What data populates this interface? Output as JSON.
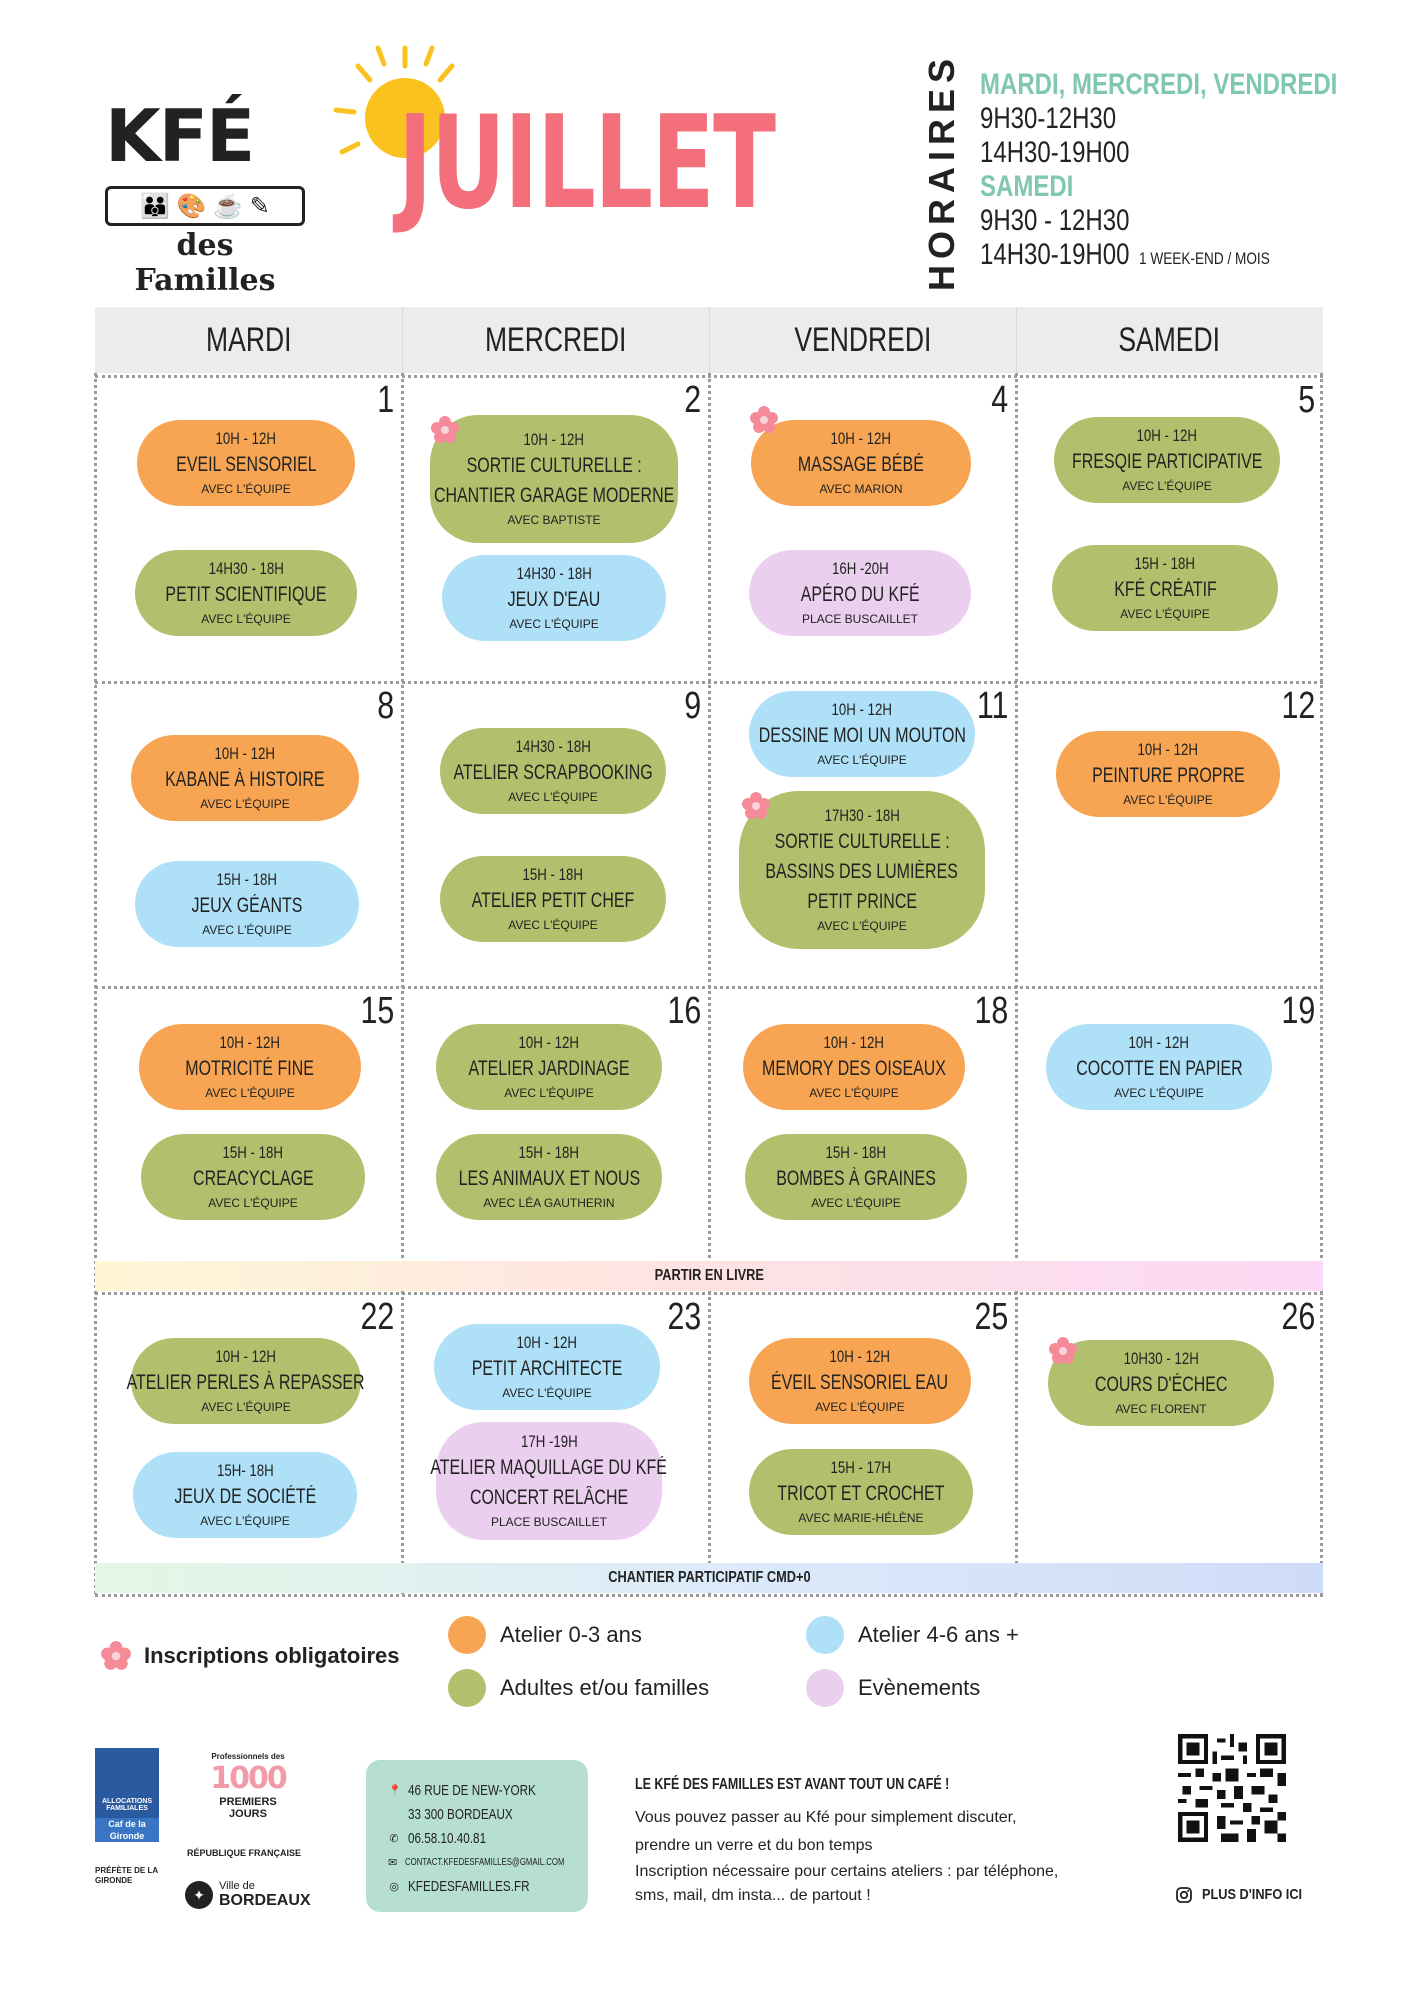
{
  "logo": {
    "main": "KFÉ",
    "sub": "des Familles",
    "icons": "👪 🎨 ☕ ✎"
  },
  "month": "JUILLET",
  "horaires": {
    "label": "HORAIRES",
    "days1": "MARDI, MERCREDI, VENDREDI",
    "h1": "9H30-12H30",
    "h2": "14H30-19H00",
    "days2": "SAMEDI",
    "h3": "9H30 - 12H30",
    "h4": "14H30-19H00",
    "note": "1 WEEK-END / MOIS"
  },
  "headers": [
    "MARDI",
    "MERCREDI",
    "VENDREDI",
    "SAMEDI"
  ],
  "days": {
    "d1": "1",
    "d2": "2",
    "d4": "4",
    "d5": "5",
    "d8": "8",
    "d9": "9",
    "d11": "11",
    "d12": "12",
    "d15": "15",
    "d16": "16",
    "d18": "18",
    "d19": "19",
    "d22": "22",
    "d23": "23",
    "d25": "25",
    "d26": "26"
  },
  "events": {
    "e1a": {
      "time": "10H - 12H",
      "name": "EVEIL SENSORIEL",
      "with": "AVEC  L'ÉQUIPE"
    },
    "e1b": {
      "time": "14H30 - 18H",
      "name": "PETIT SCIENTIFIQUE",
      "with": "AVEC L'ÉQUIPE"
    },
    "e2a": {
      "time": "10H - 12H",
      "name": "SORTIE CULTURELLE :",
      "name2": "CHANTIER GARAGE MODERNE",
      "with": "AVEC  BAPTISTE"
    },
    "e2b": {
      "time": "14H30 - 18H",
      "name": "JEUX D'EAU",
      "with": "AVEC L'ÉQUIPE"
    },
    "e4a": {
      "time": "10H - 12H",
      "name": "MASSAGE BÉBÉ",
      "with": "AVEC  MARION"
    },
    "e4b": {
      "time": "16H -20H",
      "name": "APÉRO DU KFÉ",
      "with": "PLACE BUSCAILLET"
    },
    "e5a": {
      "time": "10H - 12H",
      "name": "FRESQIE PARTICIPATIVE",
      "with": "AVEC L'ÉQUIPE"
    },
    "e5b": {
      "time": "15H - 18H",
      "name": "KFÉ CRÉATIF",
      "with": "AVEC L'ÉQUIPE"
    },
    "e8a": {
      "time": "10H - 12H",
      "name": "KABANE À HISTOIRE",
      "with": "AVEC  L'ÉQUIPE"
    },
    "e8b": {
      "time": "15H - 18H",
      "name": "JEUX GÉANTS",
      "with": "AVEC L'ÉQUIPE"
    },
    "e9a": {
      "time": "14H30 - 18H",
      "name": "ATELIER SCRAPBOOKING",
      "with": "AVEC L'ÉQUIPE"
    },
    "e9b": {
      "time": "15H - 18H",
      "name": "ATELIER PETIT CHEF",
      "with": "AVEC L'ÉQUIPE"
    },
    "e11a": {
      "time": "10H - 12H",
      "name": "DESSINE MOI UN MOUTON",
      "with": "AVEC L'ÉQUIPE"
    },
    "e11b": {
      "time": "17H30 - 18H",
      "name": "SORTIE CULTURELLE :",
      "name2": "BASSINS DES LUMIÈRES",
      "name3": "PETIT PRINCE",
      "with": "AVEC L'ÉQUIPE"
    },
    "e12a": {
      "time": "10H - 12H",
      "name": "PEINTURE PROPRE",
      "with": "AVEC  L'ÉQUIPE"
    },
    "e15a": {
      "time": "10H - 12H",
      "name": "MOTRICITÉ FINE",
      "with": "AVEC  L'ÉQUIPE"
    },
    "e15b": {
      "time": "15H - 18H",
      "name": "CREACYCLAGE",
      "with": "AVEC L'ÉQUIPE"
    },
    "e16a": {
      "time": "10H - 12H",
      "name": "ATELIER JARDINAGE",
      "with": "AVEC L'ÉQUIPE"
    },
    "e16b": {
      "time": "15H - 18H",
      "name": "LES ANIMAUX ET NOUS",
      "with": "AVEC LÉA GAUTHERIN"
    },
    "e18a": {
      "time": "10H - 12H",
      "name": "MEMORY DES OISEAUX",
      "with": "AVEC  L'ÉQUIPE"
    },
    "e18b": {
      "time": "15H - 18H",
      "name": "BOMBES À GRAINES",
      "with": "AVEC L'ÉQUIPE"
    },
    "e19a": {
      "time": "10H - 12H",
      "name": "COCOTTE EN PAPIER",
      "with": "AVEC L'ÉQUIPE"
    },
    "e22a": {
      "time": "10H - 12H",
      "name": "ATELIER PERLES À REPASSER",
      "with": "AVEC L'ÉQUIPE"
    },
    "e22b": {
      "time": "15H- 18H",
      "name": "JEUX DE SOCIÉTÉ",
      "with": "AVEC L'ÉQUIPE"
    },
    "e23a": {
      "time": "10H - 12H",
      "name": "PETIT ARCHITECTE",
      "with": "AVEC L'ÉQUIPE"
    },
    "e23b": {
      "time": "17H -19H",
      "name": "ATELIER MAQUILLAGE DU KFÉ",
      "name2": "CONCERT RELÂCHE",
      "with": "PLACE BUSCAILLET"
    },
    "e25a": {
      "time": "10H - 12H",
      "name": "ÉVEIL SENSORIEL EAU",
      "with": "AVEC  L'ÉQUIPE"
    },
    "e25b": {
      "time": "15H - 17H",
      "name": "TRICOT ET CROCHET",
      "with": "AVEC MARIE-HÉLÈNE"
    },
    "e26a": {
      "time": "10H30 - 12H",
      "name": "COURS D'ÉCHEC",
      "with": "AVEC FLORENT"
    }
  },
  "bands": {
    "b1": "PARTIR EN LIVRE",
    "b2": "CHANTIER PARTICIPATIF CMD+0"
  },
  "legend": {
    "inscriptions": "Inscriptions obligatoires",
    "orange": "Atelier 0-3 ans",
    "green": "Adultes et/ou familles",
    "blue": "Atelier 4-6 ans +",
    "pink": "Evènements"
  },
  "colors": {
    "orange": "#f7a552",
    "green": "#b1c06c",
    "blue": "#aee0f8",
    "pink": "#ebcfee",
    "month": "#f26f7b",
    "mint": "#7fc8ac"
  },
  "partners": {
    "caf1": "ALLOCATIONS FAMILIALES",
    "caf2": "Caf de la Gironde",
    "p1000a": "Professionnels des",
    "p1000b": "1000",
    "p1000c": "PREMIERS JOURS",
    "rf": "RÉPUBLIQUE FRANÇAISE",
    "pref": "PRÉFÈTE DE LA GIRONDE",
    "ville": "Ville de",
    "bordeaux": "BORDEAUX"
  },
  "contact": {
    "addr1": "46 RUE DE NEW-YORK",
    "addr2": "33 300 BORDEAUX",
    "phone": "06.58.10.40.81",
    "mail": "CONTACT.KFEDESFAMILLES@GMAIL.COM",
    "web": "KFEDESFAMILLES.FR"
  },
  "about": {
    "title": "LE KFÉ DES FAMILLES EST AVANT TOUT UN CAFÉ !",
    "p1": "Vous pouvez passer au Kfé pour simplement discuter,",
    "p2": "prendre un verre et du bon temps",
    "p3": "Inscription nécessaire pour certains ateliers : par téléphone,",
    "p4": "sms, mail, dm insta... de partout !"
  },
  "qr_caption": "PLUS D'INFO ICI"
}
